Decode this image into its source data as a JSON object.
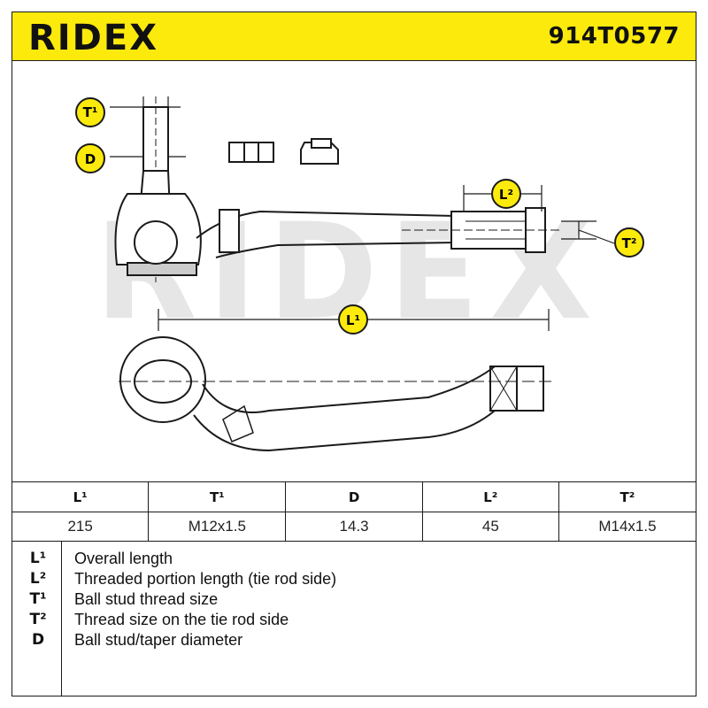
{
  "header": {
    "brand": "RIDEX",
    "part_number": "914T0577",
    "brand_color": "#fbea0c"
  },
  "drawing": {
    "watermark": "RIDEX",
    "badges": {
      "t1": "T¹",
      "d": "D",
      "l2": "L²",
      "t2": "T²",
      "l1": "L¹"
    }
  },
  "specs": {
    "headers": [
      "L¹",
      "T¹",
      "D",
      "L²",
      "T²"
    ],
    "values": [
      "215",
      "M12x1.5",
      "14.3",
      "45",
      "M14x1.5"
    ]
  },
  "legend": [
    {
      "key": "L¹",
      "desc": "Overall length"
    },
    {
      "key": "L²",
      "desc": "Threaded portion length (tie rod side)"
    },
    {
      "key": "T¹",
      "desc": "Ball stud thread size"
    },
    {
      "key": "T²",
      "desc": "Thread size on the tie rod side"
    },
    {
      "key": "D",
      "desc": "Ball stud/taper diameter"
    }
  ]
}
